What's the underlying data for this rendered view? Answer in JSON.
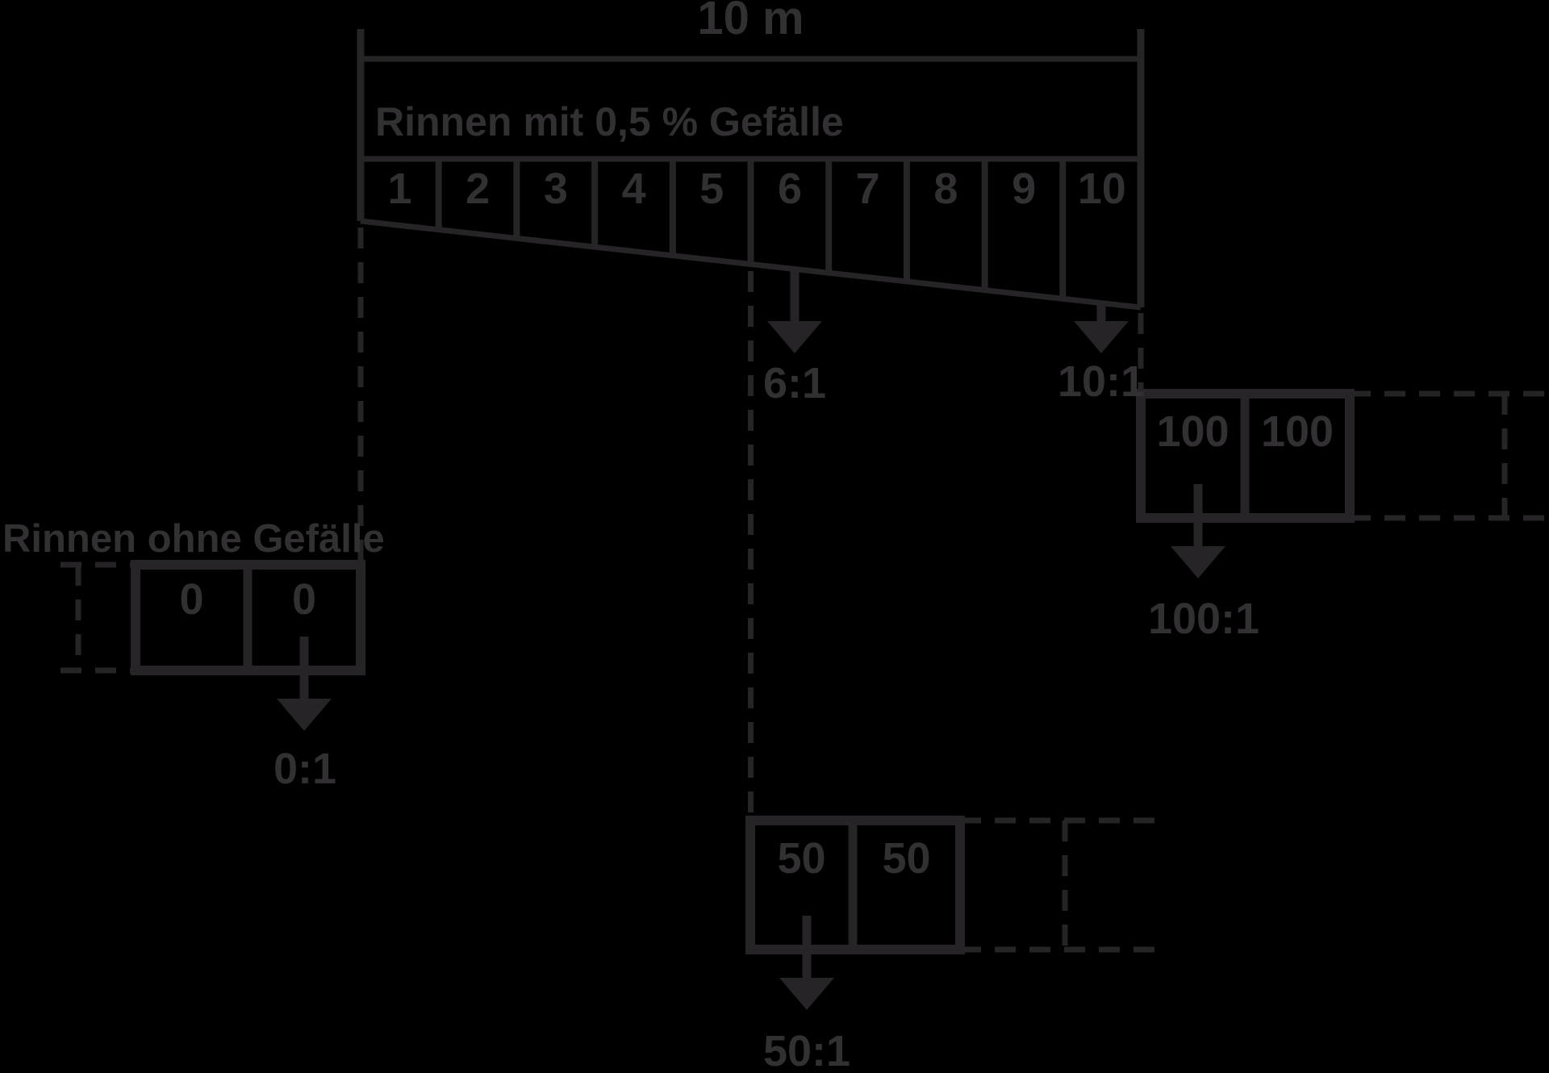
{
  "colors": {
    "background": "#000000",
    "line": "#262426",
    "text": "#323032"
  },
  "dimension": {
    "label": "10 m"
  },
  "sloped_run": {
    "title": "Rinnen mit 0,5 % Gefälle",
    "cells": [
      "1",
      "2",
      "3",
      "4",
      "5",
      "6",
      "7",
      "8",
      "9",
      "10"
    ],
    "arrow_labels": [
      "6:1",
      "10:1"
    ]
  },
  "flat_run": {
    "title": "Rinnen ohne Gefälle",
    "cells": [
      "0",
      "0"
    ],
    "arrow_label": "0:1"
  },
  "detail_50": {
    "cells": [
      "50",
      "50"
    ],
    "arrow_label": "50:1"
  },
  "detail_100": {
    "cells": [
      "100",
      "100"
    ],
    "arrow_label": "100:1"
  }
}
